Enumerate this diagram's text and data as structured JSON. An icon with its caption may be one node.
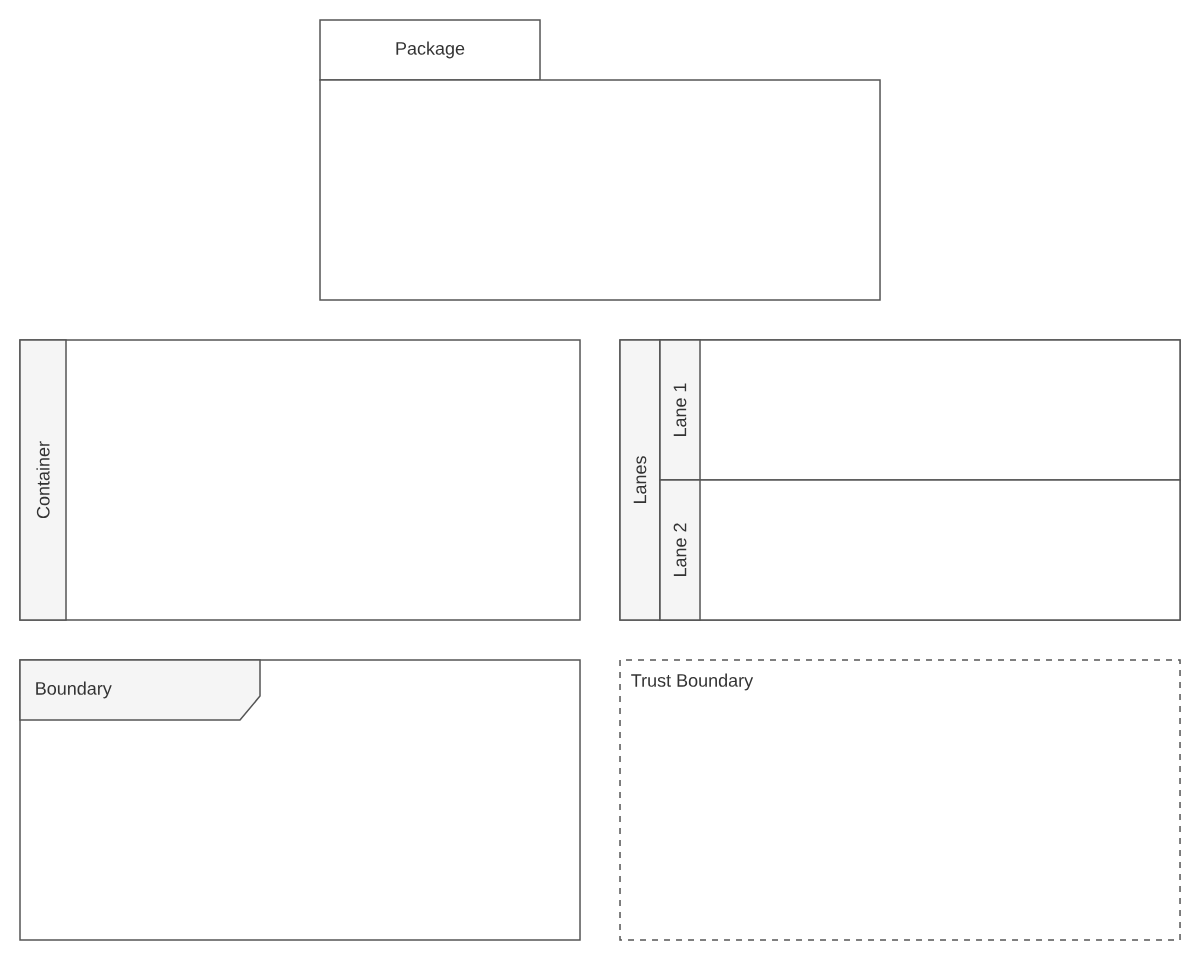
{
  "diagram": {
    "nodes": [
      {
        "text": [
          "Package"
        ]
      },
      {
        "text": [
          "Container"
        ]
      },
      {
        "text": [
          "Lanes"
        ]
      },
      {
        "text": [
          "Lane 1"
        ],
        "in": 2
      },
      {
        "text": [
          "Lane 2"
        ],
        "in": 2
      },
      {
        "text": [
          "Boundary"
        ]
      },
      {
        "text": [
          "Trust Boundary"
        ]
      }
    ]
  }
}
